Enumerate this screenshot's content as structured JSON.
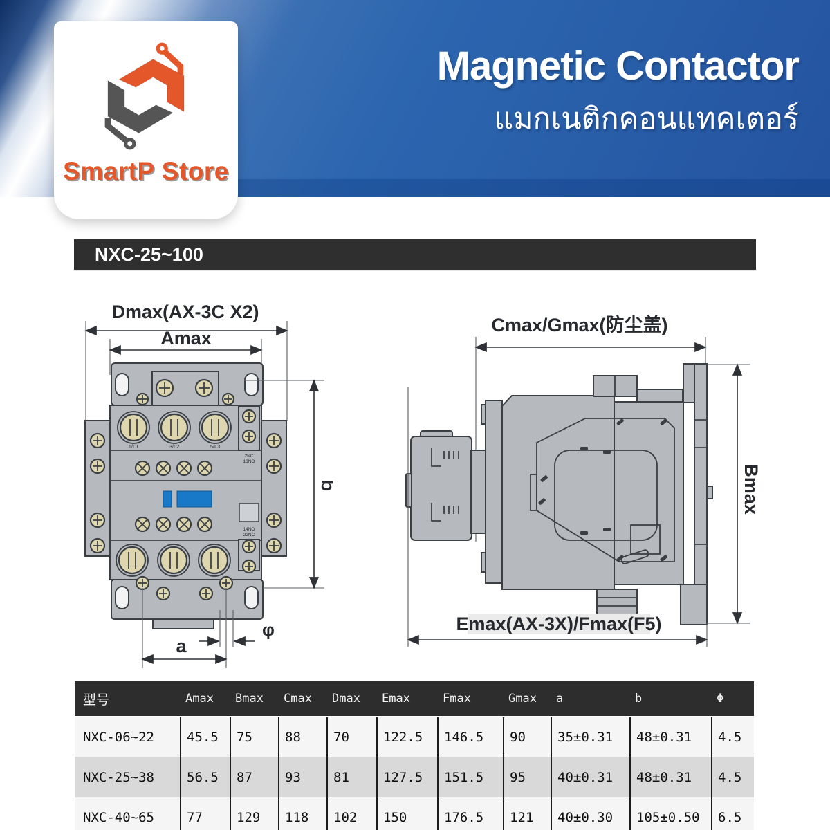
{
  "banner": {
    "title": "Magnetic Contactor",
    "subtitle": "แมกเนติกคอนแทคเตอร์"
  },
  "brand": {
    "name": "SmartP Store"
  },
  "section": {
    "model_range": "NXC-25~100"
  },
  "front_view": {
    "dim_top_outer": "Dmax(AX-3C X2)",
    "dim_top_inner": "Amax",
    "dim_right": "b",
    "dim_hole": "φ",
    "dim_bottom": "a",
    "terminals": {
      "t1": "1/L1",
      "t2": "3/L2",
      "t3": "5/L3",
      "aux_top_1": "2NC",
      "aux_top_2": "13NO",
      "aux_bot_1": "14NO",
      "aux_bot_2": "22NC"
    }
  },
  "side_view": {
    "dim_top": "Cmax/Gmax(防尘盖)",
    "dim_right": "Bmax",
    "dim_bottom": "Emax(AX-3X)/Fmax(F5)"
  },
  "table": {
    "headers": [
      "型号",
      "Amax",
      "Bmax",
      "Cmax",
      "Dmax",
      "Emax",
      "Fmax",
      "Gmax",
      "a",
      "b",
      "Φ"
    ],
    "rows": [
      [
        "NXC-06~22",
        "45.5",
        "75",
        "88",
        "70",
        "122.5",
        "146.5",
        "90",
        "35±0.31",
        "48±0.31",
        "4.5"
      ],
      [
        "NXC-25~38",
        "56.5",
        "87",
        "93",
        "81",
        "127.5",
        "151.5",
        "95",
        "40±0.31",
        "48±0.31",
        "4.5"
      ],
      [
        "NXC-40~65",
        "77",
        "129",
        "118",
        "102",
        "150",
        "176.5",
        "121",
        "40±0.30",
        "105±0.50",
        "6.5"
      ]
    ]
  },
  "colors": {
    "accent_orange": "#e4572b",
    "banner_blue": "#2c66af",
    "bar_dark": "#2f2f2f",
    "drawing_blue": "#1779c8"
  }
}
